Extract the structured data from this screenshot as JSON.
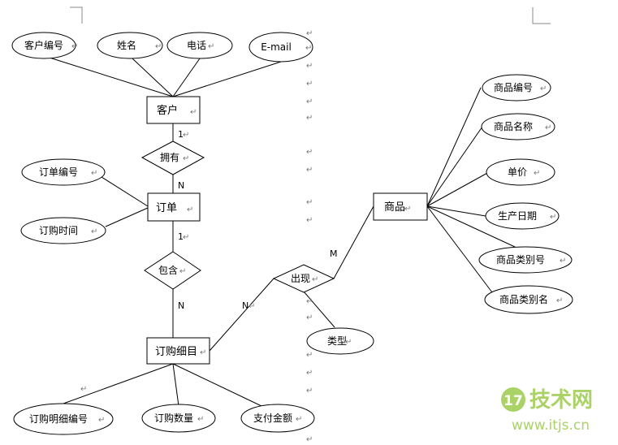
{
  "entities": {
    "customer": "客户",
    "order": "订单",
    "detail": "订购细目",
    "product": "商品"
  },
  "relationships": {
    "own": "拥有",
    "contain": "包含",
    "appear": "出现"
  },
  "attributes": {
    "customer_id": "客户编号",
    "name": "姓名",
    "phone": "电话",
    "email": "E-mail",
    "order_id": "订单编号",
    "order_time": "订购时间",
    "detail_id": "订购明细编号",
    "quantity": "订购数量",
    "amount": "支付金额",
    "product_id": "商品编号",
    "product_name": "商品名称",
    "unit_price": "单价",
    "production_date": "生产日期",
    "category_id": "商品类别号",
    "category_name": "商品类别名",
    "type": "类型"
  },
  "cardinalities": {
    "own_customer": "1",
    "own_order": "N",
    "contain_order": "1",
    "contain_detail": "N",
    "appear_detail": "N",
    "appear_product": "M"
  },
  "paragraph_mark": "↵",
  "watermark": {
    "brand": "技术网",
    "url": "www.itjs.cn"
  }
}
